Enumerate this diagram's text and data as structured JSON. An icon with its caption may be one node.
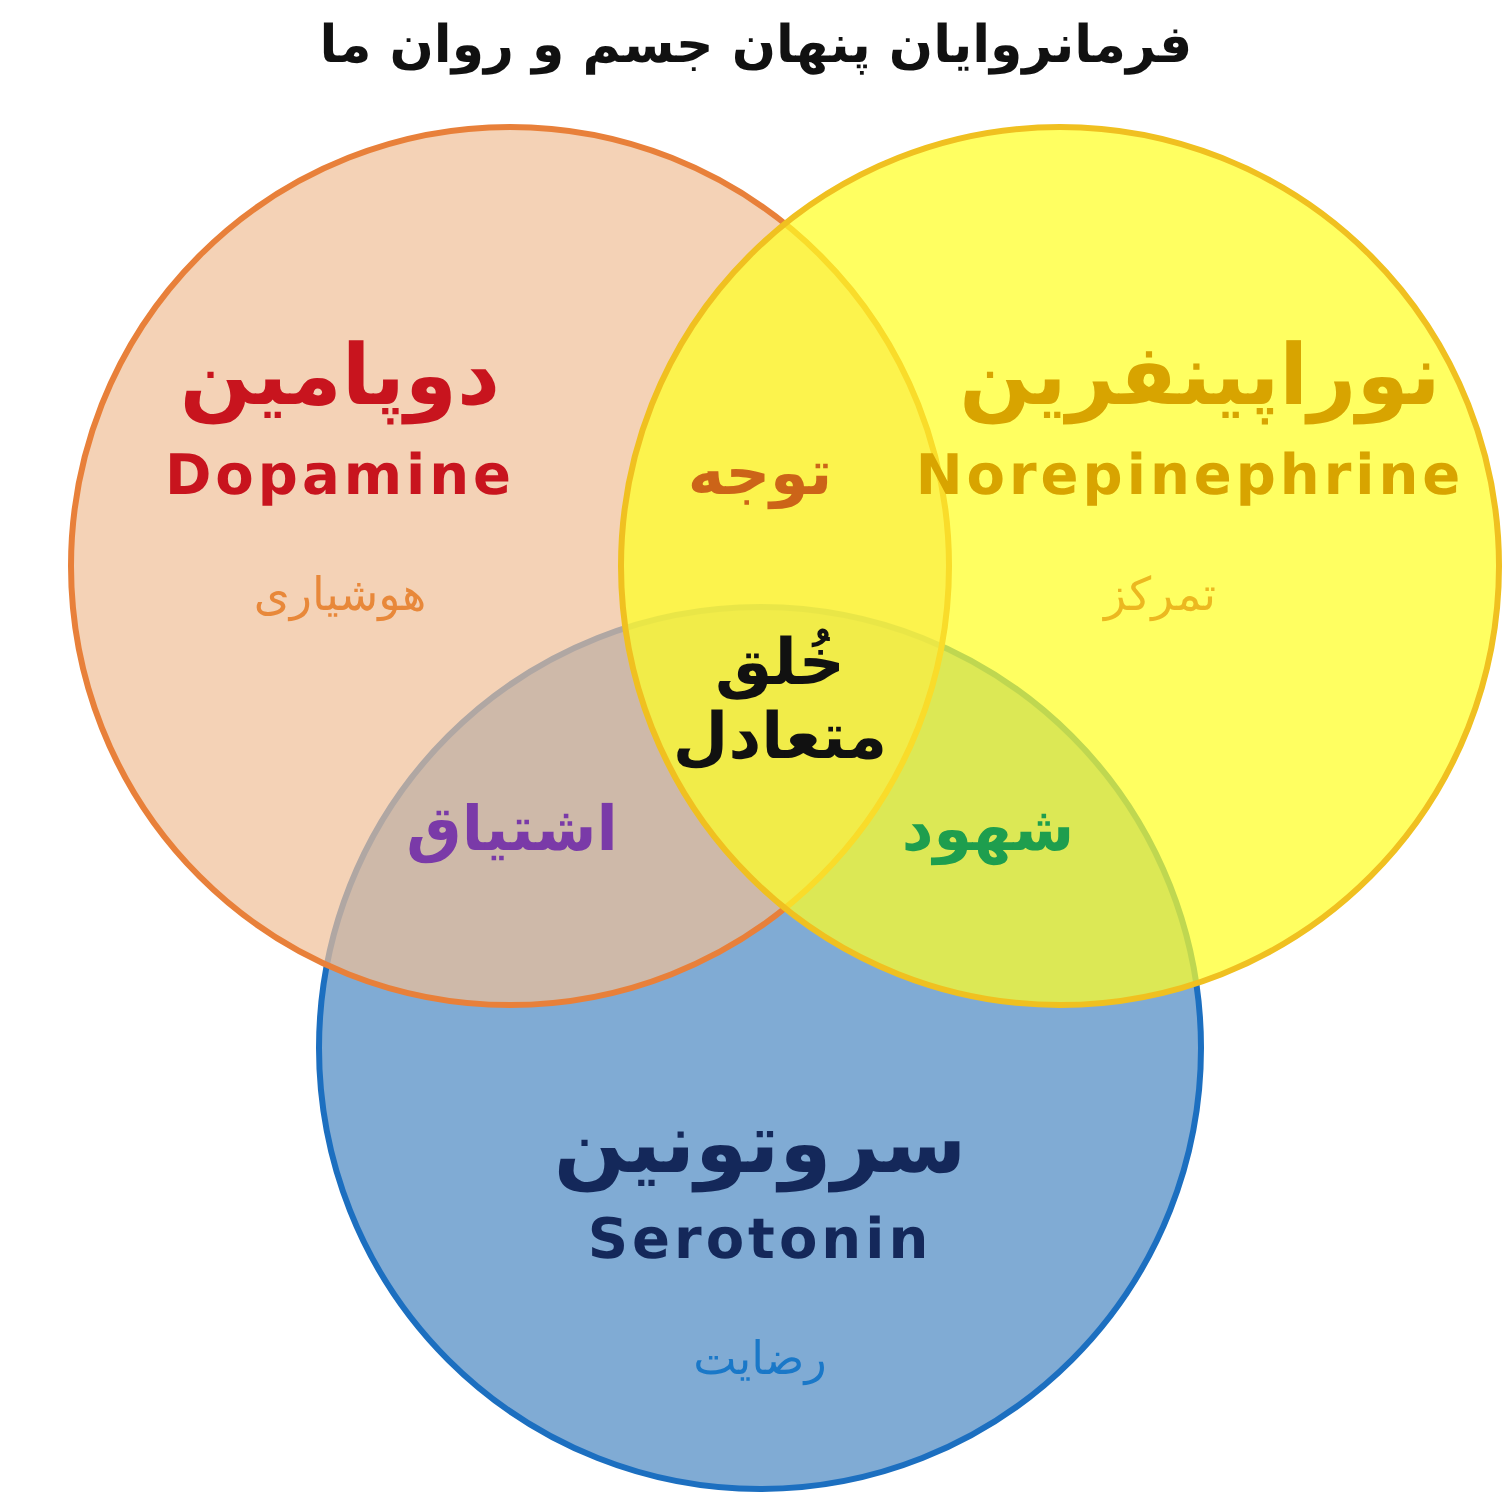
{
  "diagram": {
    "title": "فرمانروایان پنهان جسم و روان ما",
    "nodes": [
      {
        "text": [
          "دوپامین",
          "Dopamine",
          "هوشیاری"
        ]
      },
      {
        "text": [
          "نوراپینفرین",
          "Norepinephrine",
          "تمرکز"
        ]
      },
      {
        "text": [
          "سروتونین",
          "Serotonin",
          "رضایت"
        ]
      }
    ],
    "edges": [],
    "labels": [
      "توجه",
      "خُلق متعادل",
      "اشتیاق",
      "شهود"
    ]
  }
}
